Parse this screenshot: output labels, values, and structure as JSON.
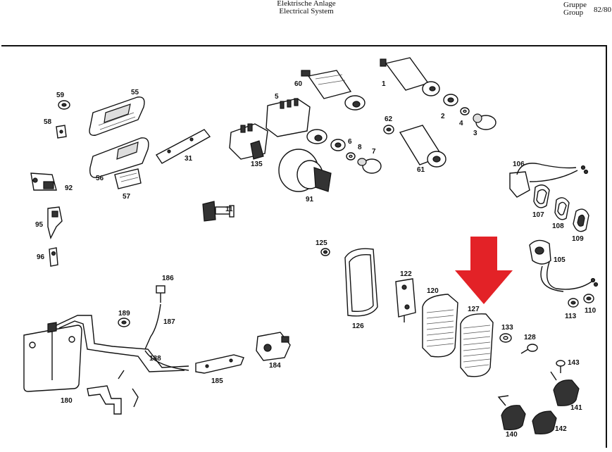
{
  "header": {
    "title_de": "Elektrische Anlage",
    "title_en": "Electrical System",
    "group_de": "Gruppe",
    "group_en": "Group",
    "group_no": "82/80"
  },
  "parts": {
    "p1": "1",
    "p2": "2",
    "p3": "3",
    "p4": "4",
    "p5": "5",
    "p6": "6",
    "p7": "7",
    "p8": "8",
    "p11": "11",
    "p31": "31",
    "p55": "55",
    "p56": "56",
    "p57": "57",
    "p58": "58",
    "p59": "59",
    "p60": "60",
    "p61": "61",
    "p62": "62",
    "p91": "91",
    "p92": "92",
    "p95": "95",
    "p96": "96",
    "p105": "105",
    "p106": "106",
    "p107": "107",
    "p108": "108",
    "p109": "109",
    "p110": "110",
    "p113": "113",
    "p120": "120",
    "p122": "122",
    "p125": "125",
    "p126": "126",
    "p127": "127",
    "p128": "128",
    "p133": "133",
    "p135": "135",
    "p140": "140",
    "p141": "141",
    "p142": "142",
    "p143": "143",
    "p180": "180",
    "p184": "184",
    "p185": "185",
    "p186": "186",
    "p187": "187",
    "p188": "188",
    "p189": "189"
  },
  "highlight": {
    "arrow_color": "#e32227",
    "target_part": "127"
  }
}
